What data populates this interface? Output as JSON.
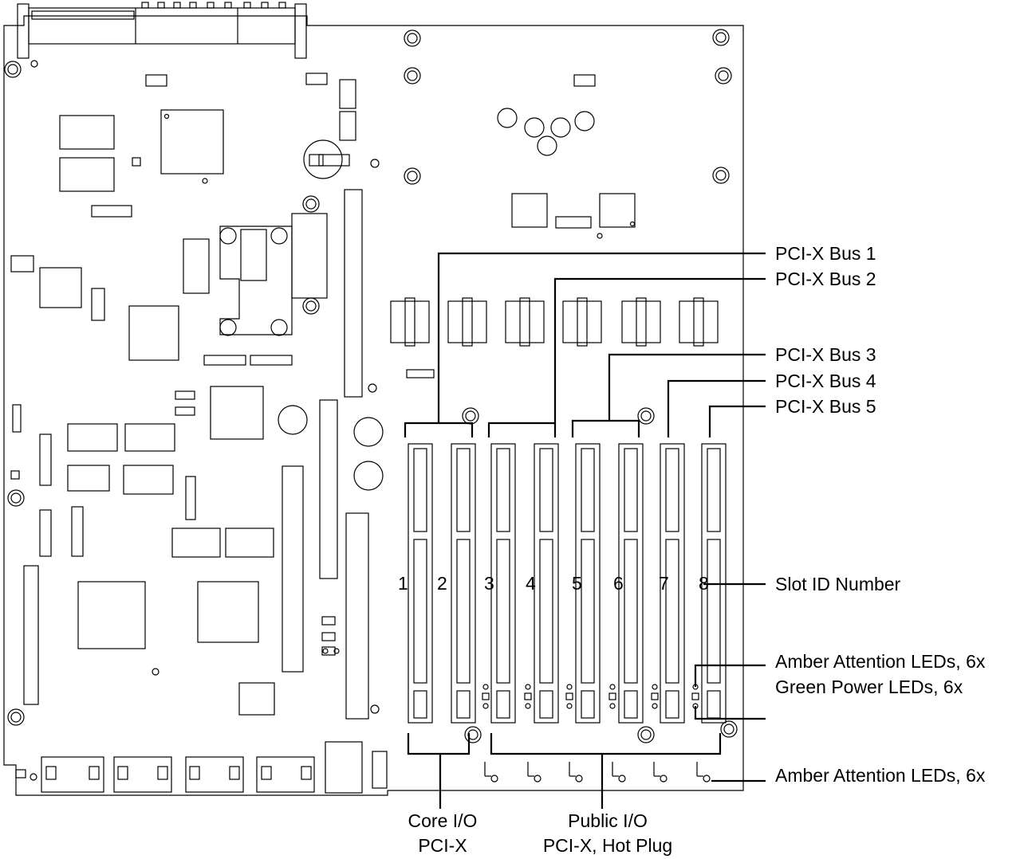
{
  "callouts": {
    "bus1": "PCI-X Bus 1",
    "bus2": "PCI-X Bus 2",
    "bus3": "PCI-X Bus 3",
    "bus4": "PCI-X Bus 4",
    "bus5": "PCI-X Bus 5",
    "slot_id": "Slot ID Number",
    "amber_top": "Amber Attention LEDs, 6x",
    "green": "Green Power LEDs, 6x",
    "amber_bottom": "Amber Attention LEDs, 6x"
  },
  "slots": [
    "1",
    "2",
    "3",
    "4",
    "5",
    "6",
    "7",
    "8"
  ],
  "bottom_labels": {
    "core_line1": "Core I/O",
    "core_line2": "PCI-X",
    "public_line1": "Public I/O",
    "public_line2": "PCI-X, Hot Plug"
  }
}
